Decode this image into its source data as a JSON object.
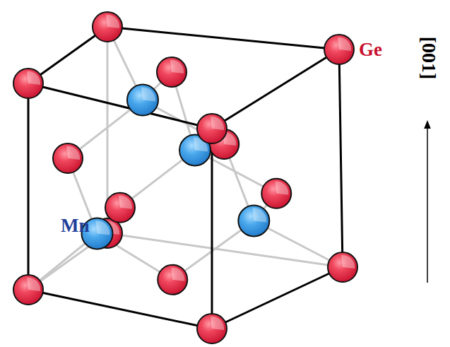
{
  "diagram": {
    "labels": [
      "Ge",
      "Mn",
      "[001]"
    ]
  }
}
